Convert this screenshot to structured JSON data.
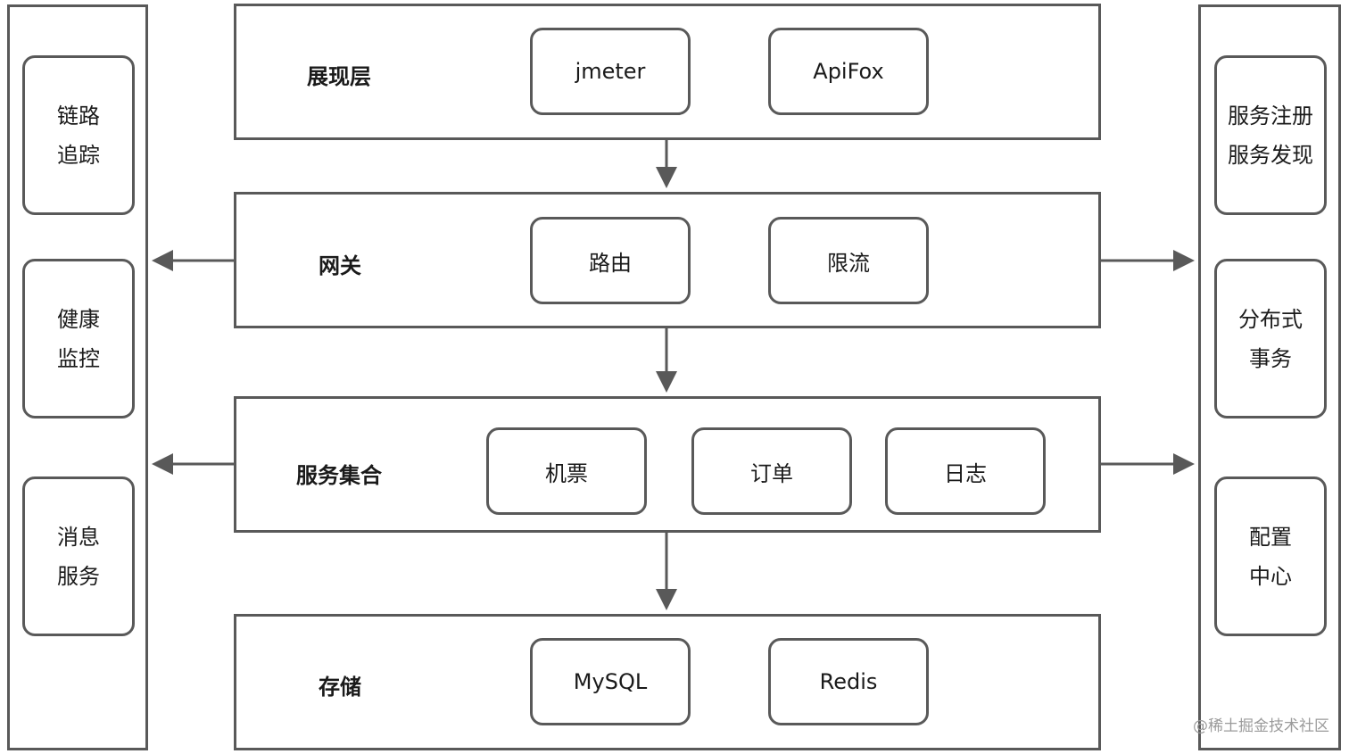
{
  "left_column": {
    "items": [
      {
        "lines": [
          "链路",
          "追踪"
        ]
      },
      {
        "lines": [
          "健康",
          "监控"
        ]
      },
      {
        "lines": [
          "消息",
          "服务"
        ]
      }
    ]
  },
  "right_column": {
    "items": [
      {
        "lines": [
          "服务注册",
          "服务发现"
        ]
      },
      {
        "lines": [
          "分布式",
          "事务"
        ]
      },
      {
        "lines": [
          "配置",
          "中心"
        ]
      }
    ]
  },
  "layers": [
    {
      "title": "展现层",
      "items": [
        "jmeter",
        "ApiFox"
      ]
    },
    {
      "title": "网关",
      "items": [
        "路由",
        "限流"
      ]
    },
    {
      "title": "服务集合",
      "items": [
        "机票",
        "订单",
        "日志"
      ]
    },
    {
      "title": "存储",
      "items": [
        "MySQL",
        "Redis"
      ]
    }
  ],
  "watermark": "@稀土掘金技术社区",
  "colors": {
    "stroke": "#595959",
    "text": "#1a1a1a"
  }
}
